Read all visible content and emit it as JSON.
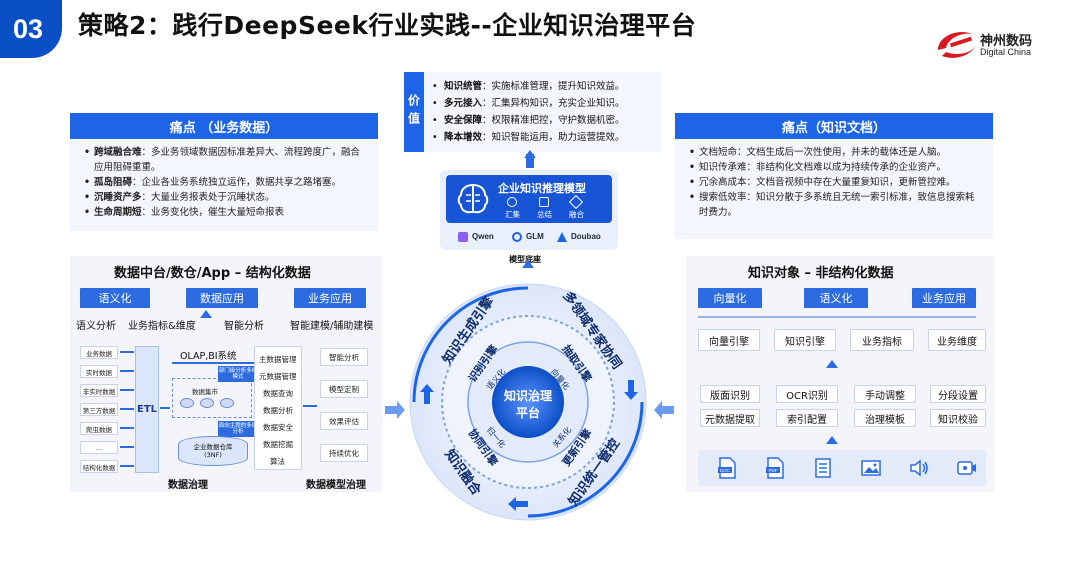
{
  "header": {
    "number": "03",
    "title": "策略2：践行DeepSeek行业实践--企业知识治理平台"
  },
  "logo": {
    "cn": "神州数码",
    "en": "Digital China"
  },
  "pain_left": {
    "title": "痛点 （业务数据）",
    "items": [
      {
        "key": "跨域融合难",
        "text": "：多业务领域数据因标准差异大、流程跨度广，融合应用阻碍重重。"
      },
      {
        "key": "孤岛阻碍",
        "text": "：企业各业务系统独立运作，数据共享之路堵塞。"
      },
      {
        "key": "沉睡资产多",
        "text": "：大量业务报表处于沉睡状态。"
      },
      {
        "key": "生命周期短",
        "text": "：业务变化快，催生大量短命报表"
      }
    ]
  },
  "value": {
    "tag": "价值",
    "items": [
      {
        "key": "知识统管",
        "text": "：实施标准管理，提升知识效益。"
      },
      {
        "key": "多元接入",
        "text": "：汇集异构知识，充实企业知识。"
      },
      {
        "key": "安全保障",
        "text": "：权限精准把控，守护数据机密。"
      },
      {
        "key": "降本增效",
        "text": "：知识智能运用，助力运营提效。"
      }
    ]
  },
  "pain_right": {
    "title": "痛点（知识文档）",
    "items": [
      {
        "text": "文档短命：文档生成后一次性使用，并未的载体还是人脑。"
      },
      {
        "text": "知识传承难：非结构化文档难以成为持续传承的企业资产。"
      },
      {
        "text": "冗余高成本：文档音视频中存在大量重复知识，更新管控难。"
      },
      {
        "text": "搜索低效率：知识分散于多系统且无统一索引标准，致信息搜索耗时费力。"
      }
    ]
  },
  "model": {
    "title": "企业知识推理模型",
    "subs": [
      "汇集",
      "总结",
      "融合"
    ],
    "llms": [
      "Qwen",
      "GLM",
      "Doubao"
    ],
    "base": "模型底座"
  },
  "left_panel": {
    "title": "数据中台/数仓/App – 结构化数据",
    "buttons": [
      "语义化",
      "数据应用",
      "业务应用"
    ],
    "labels": [
      "语义分析",
      "业务指标&维度",
      "智能分析",
      "智能建模/辅助建模"
    ],
    "sources": [
      "业务数据",
      "实时数据",
      "非实时数据",
      "第三方数据",
      "爬虫数据",
      "...",
      "结构化数据"
    ],
    "etl": "ETL",
    "olap": "OLAP,BI系统",
    "mart_note": "部门级分析多维模式",
    "mart_label": "数据集市",
    "dw_note": "面向主题的多维分析",
    "dw_label": "企业数据仓库\n(3NF)",
    "governance_items": [
      "主数据管理",
      "元数据管理",
      "数据查询",
      "数据分析",
      "数据安全",
      "数据挖掘",
      "算法"
    ],
    "model_items": [
      "智能分析",
      "模型定制",
      "效果评估",
      "持续优化"
    ],
    "footer_left": "数据治理",
    "footer_right": "数据模型治理"
  },
  "right_panel": {
    "title": "知识对象 – 非结构化数据",
    "buttons": [
      "向量化",
      "语义化",
      "业务应用"
    ],
    "engines": [
      "向量引擎",
      "知识引擎",
      "业务指标",
      "业务维度"
    ],
    "tools_row1": [
      "版面识别",
      "OCR识别",
      "手动调整",
      "分段设置"
    ],
    "tools_row2": [
      "元数据提取",
      "索引配置",
      "治理模板",
      "知识校验"
    ],
    "file_icons": [
      "doc-file-icon",
      "pdf-file-icon",
      "sheet-file-icon",
      "image-file-icon",
      "audio-file-icon",
      "video-file-icon"
    ],
    "file_tags": [
      "DOC",
      "PDF"
    ]
  },
  "center": {
    "core": "知识治理\n平台",
    "outer": [
      "知识生成引擎",
      "多领域专家协同",
      "知识统一管控",
      "知识融合"
    ],
    "middle": [
      "识别引擎",
      "抽取引擎",
      "更新引擎",
      "协同引擎"
    ],
    "inner": [
      "语义化",
      "向量化",
      "关系化",
      "归一化"
    ]
  },
  "colors": {
    "accent": "#1d64e6",
    "dark_blue": "#0b4fc6",
    "panel": "#f3f5fb",
    "logo_red": "#d71920"
  }
}
